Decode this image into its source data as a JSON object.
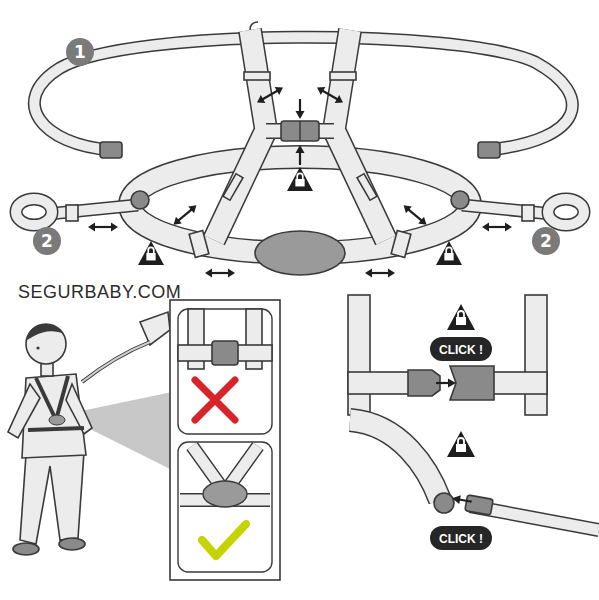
{
  "diagram": {
    "nodes": [
      {
        "text": [
          "CLICK !"
        ]
      },
      {
        "text": [
          "CLICK !"
        ]
      }
    ],
    "labels": [
      "1",
      "2",
      "2",
      "SEGURBABY.COM"
    ]
  }
}
